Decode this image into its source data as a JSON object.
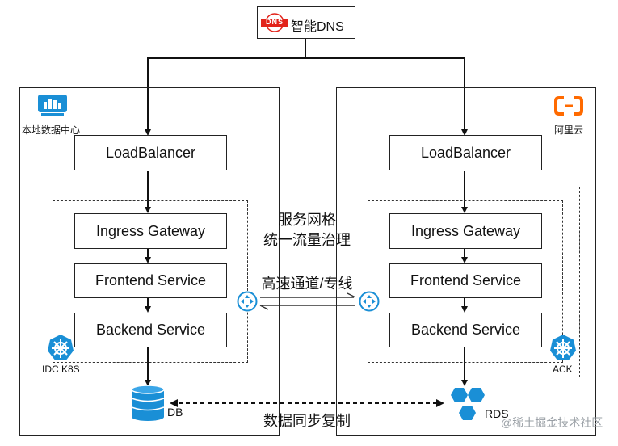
{
  "dns": {
    "logo_text": "DNS",
    "label": "智能DNS"
  },
  "left": {
    "site_label": "本地数据中心",
    "cluster_label": "IDC K8S",
    "load_balancer": "LoadBalancer",
    "services": [
      "Ingress Gateway",
      "Frontend Service",
      "Backend Service"
    ],
    "db_label": "DB"
  },
  "right": {
    "site_label": "阿里云",
    "cluster_label": "ACK",
    "load_balancer": "LoadBalancer",
    "services": [
      "Ingress Gateway",
      "Frontend Service",
      "Backend Service"
    ],
    "db_label": "RDS"
  },
  "mesh": {
    "line1": "服务网格",
    "line2": "统一流量治理"
  },
  "link": {
    "label": "高速通道/专线"
  },
  "sync": {
    "label": "数据同步复制"
  },
  "watermark": "@稀土掘金技术社区",
  "colors": {
    "accent_blue": "#1a8fd6",
    "aliyun_orange": "#ff6a00",
    "dns_red": "#e2231a"
  }
}
